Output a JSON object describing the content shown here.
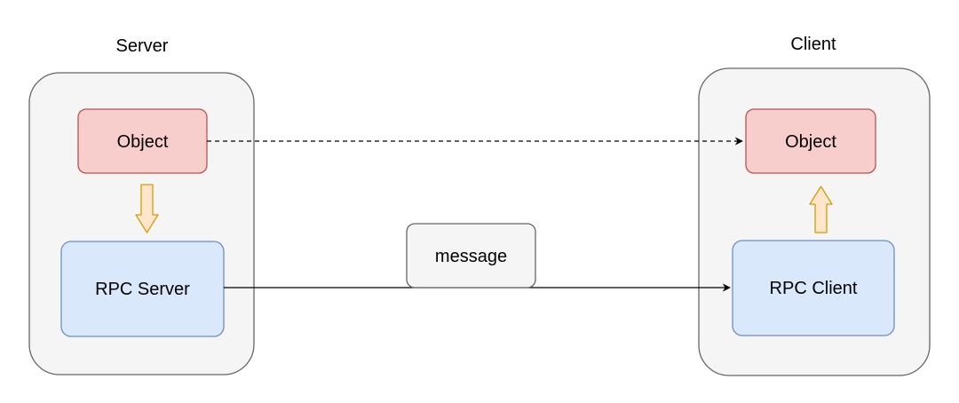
{
  "server": {
    "title": "Server",
    "object_label": "Object",
    "rpc_label": "RPC Server"
  },
  "client": {
    "title": "Client",
    "object_label": "Object",
    "rpc_label": "RPC Client"
  },
  "message": {
    "label": "message"
  },
  "colors": {
    "container_fill": "#f5f5f5",
    "container_stroke": "#666666",
    "object_fill": "#f8cecc",
    "object_stroke": "#b85450",
    "rpc_fill": "#dae8fc",
    "rpc_stroke": "#6c8ebf",
    "message_fill": "#f5f5f5",
    "message_stroke": "#666666",
    "arrow_fill": "#ffe6cc",
    "arrow_stroke": "#d79b00",
    "connector": "#000000"
  }
}
